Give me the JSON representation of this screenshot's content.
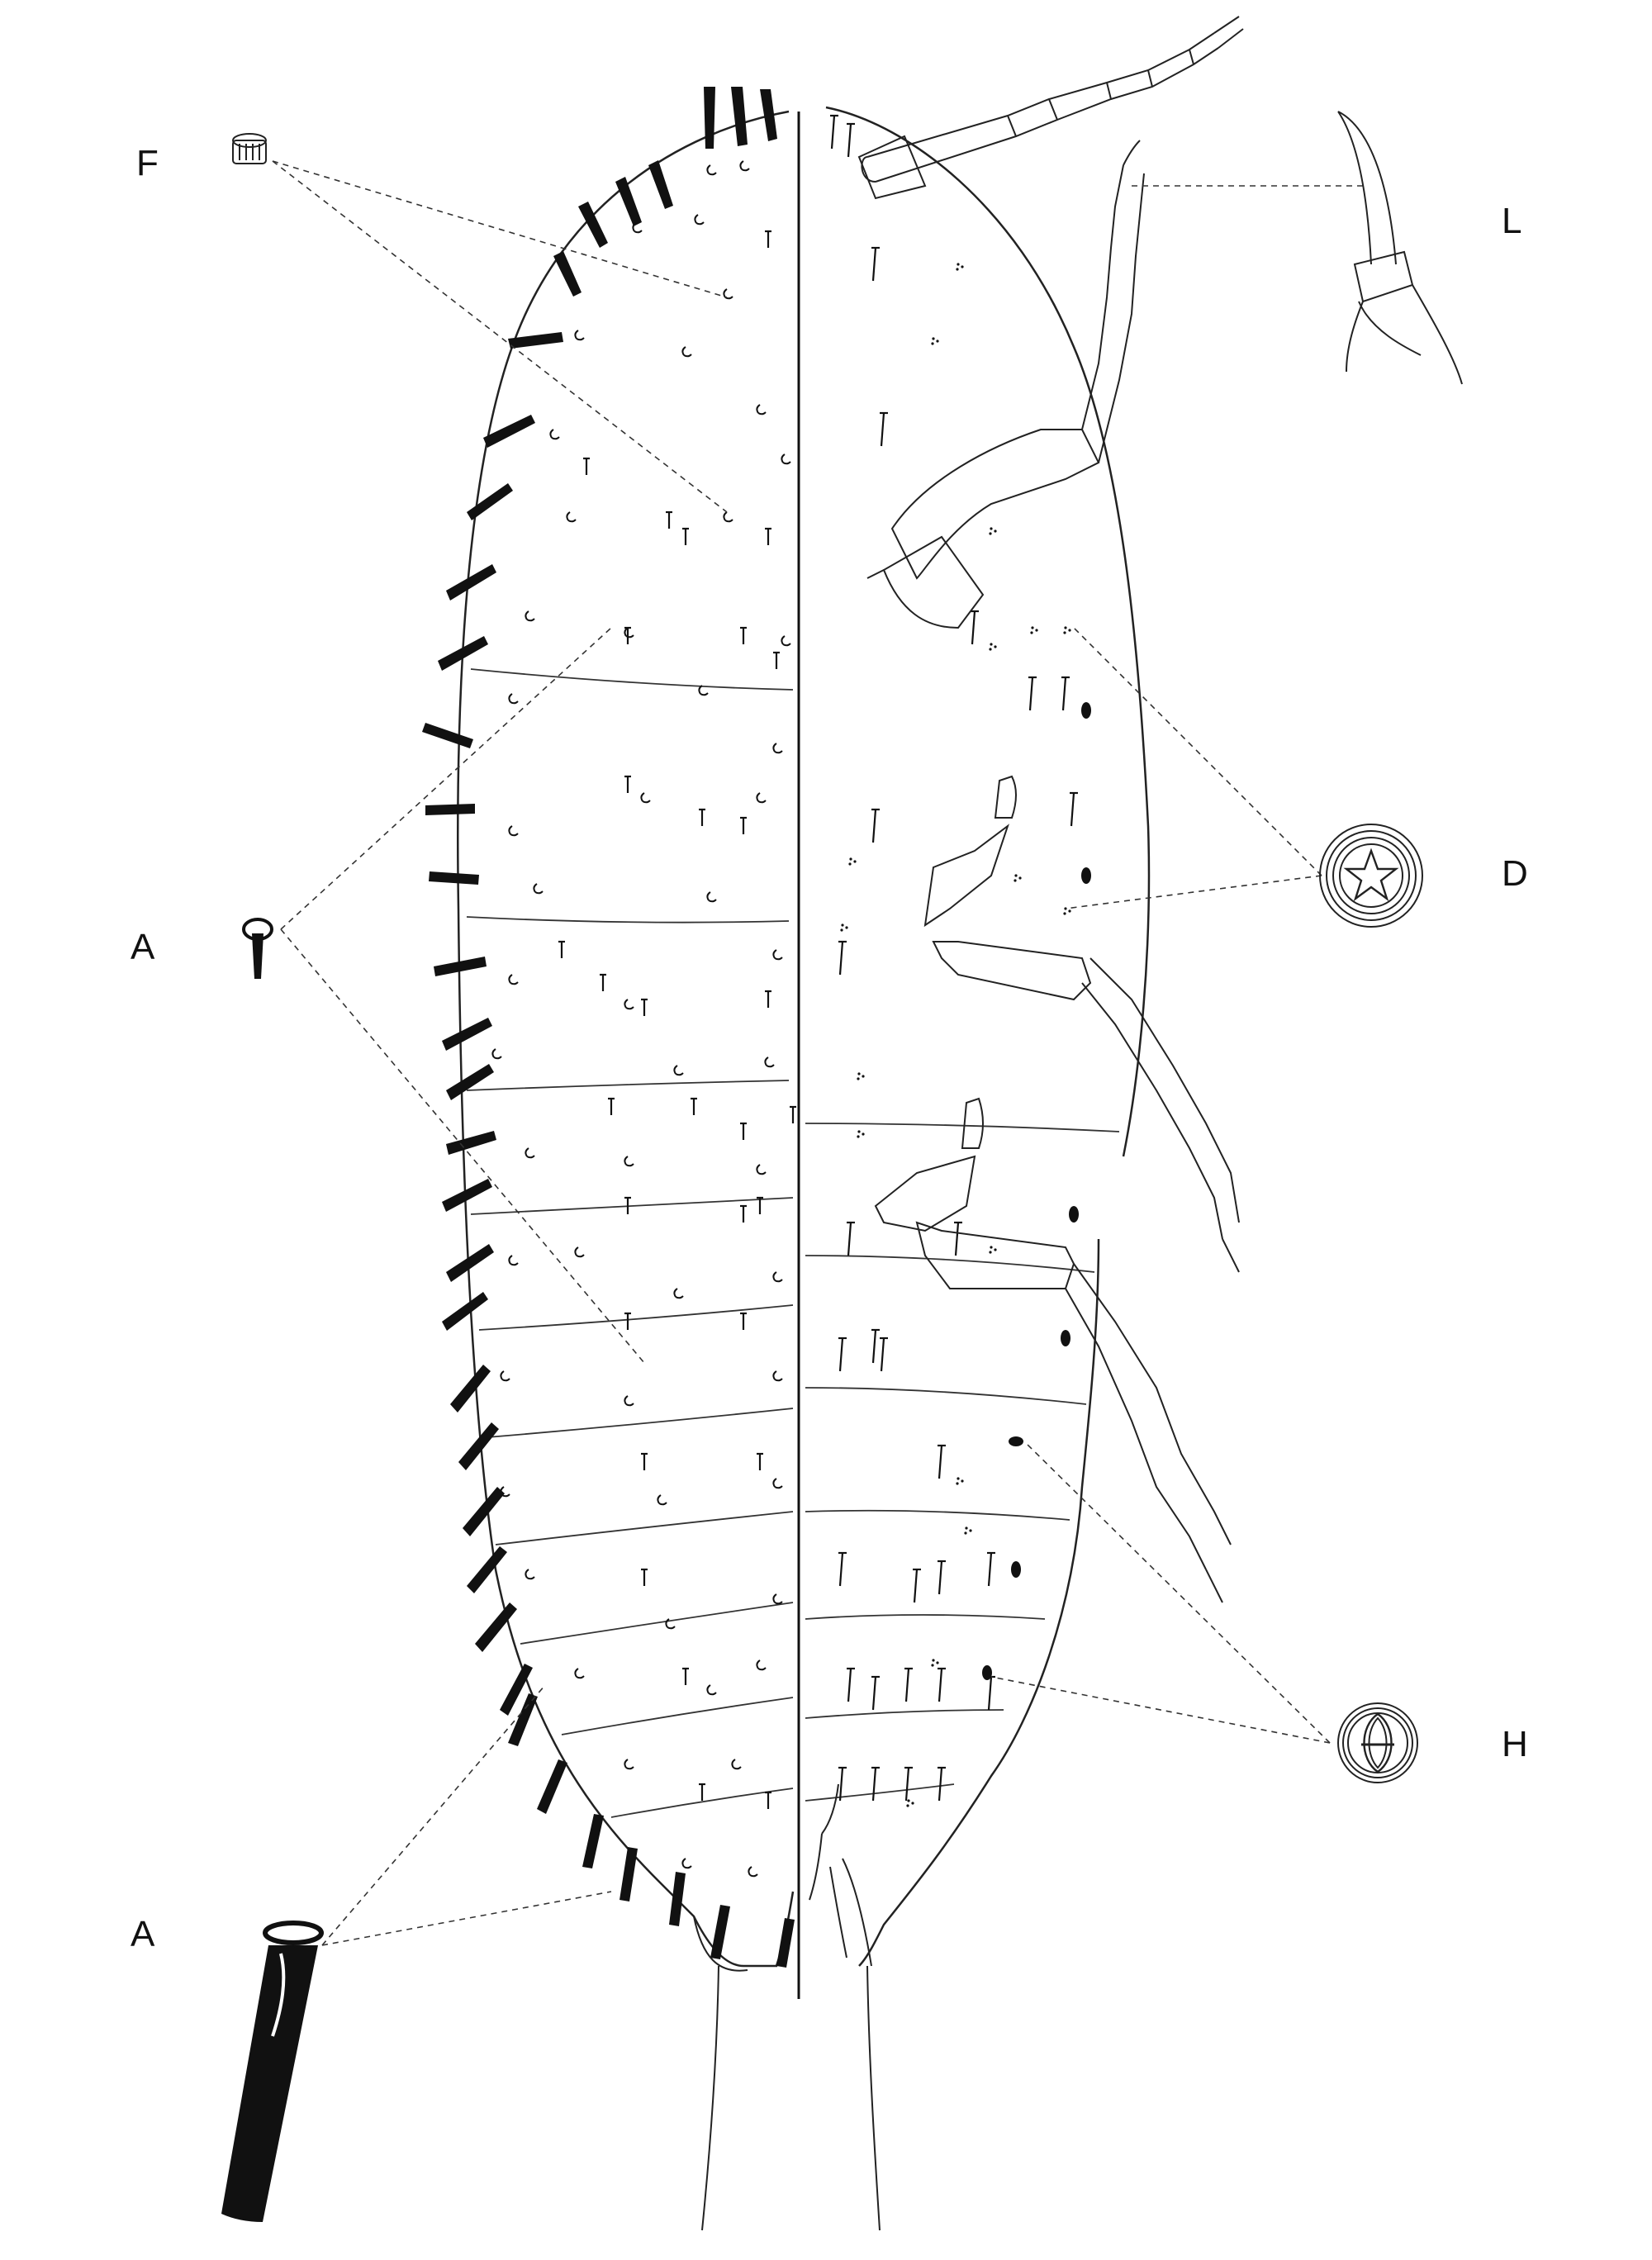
{
  "labels": {
    "F": "F",
    "A_upper": "A",
    "A_lower": "A",
    "L": "L",
    "D": "D",
    "H": "H"
  },
  "colors": {
    "ink": "#111111",
    "background": "#ffffff"
  }
}
